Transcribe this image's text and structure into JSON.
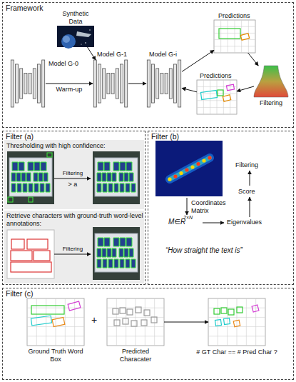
{
  "diagram": {
    "nodes": [
      {
        "text": [
          "Framework"
        ]
      },
      {
        "text": [
          "Synthetic Data"
        ],
        "in": 0
      },
      {
        "text": [
          "Model G-0"
        ],
        "in": 0
      },
      {
        "text": [
          "Model G-1"
        ],
        "in": 0
      },
      {
        "text": [
          "Model G-i"
        ],
        "in": 0
      },
      {
        "text": [
          "Predictions"
        ],
        "in": 0
      },
      {
        "text": [
          "Filtering"
        ],
        "in": 0
      },
      {
        "text": [
          "Predictions"
        ],
        "in": 0
      },
      {
        "text": [
          "Filter (a)"
        ]
      },
      {
        "text": [
          "Filter (b)"
        ]
      },
      {
        "text": [
          "Filter (c)"
        ]
      },
      {
        "text": [
          "Ground Truth Word Box"
        ],
        "in": 10
      },
      {
        "text": [
          "Predicted Characater"
        ],
        "in": 10
      },
      {
        "text": [
          "# GT Char == # Pred Char ?"
        ],
        "in": 10
      }
    ],
    "edges": [
      {
        "from": 2,
        "to": 3,
        "label": "Warm-up",
        "arrow": "to"
      },
      {
        "from": 1,
        "to": 3,
        "arrow": "to"
      },
      {
        "from": 3,
        "to": 4,
        "arrow": "to"
      },
      {
        "from": 4,
        "to": 5,
        "arrow": "to"
      },
      {
        "from": 5,
        "to": 6,
        "arrow": "to"
      },
      {
        "from": 6,
        "to": 7,
        "arrow": "to"
      },
      {
        "from": 7,
        "to": 4,
        "arrow": "to"
      },
      {
        "from": 12,
        "to": 13,
        "arrow": "to"
      }
    ],
    "labels": [
      "Thresholding with high confidence:",
      "Filtering",
      "> a",
      "Retrieve characters with ground-truth word-level annotations:",
      "Filtering",
      "Coordinates Matrix",
      "M∈R",
      "2×N",
      "Eigenvalues",
      "Score",
      "Filtering",
      "“How straight the text is”",
      "+"
    ]
  }
}
